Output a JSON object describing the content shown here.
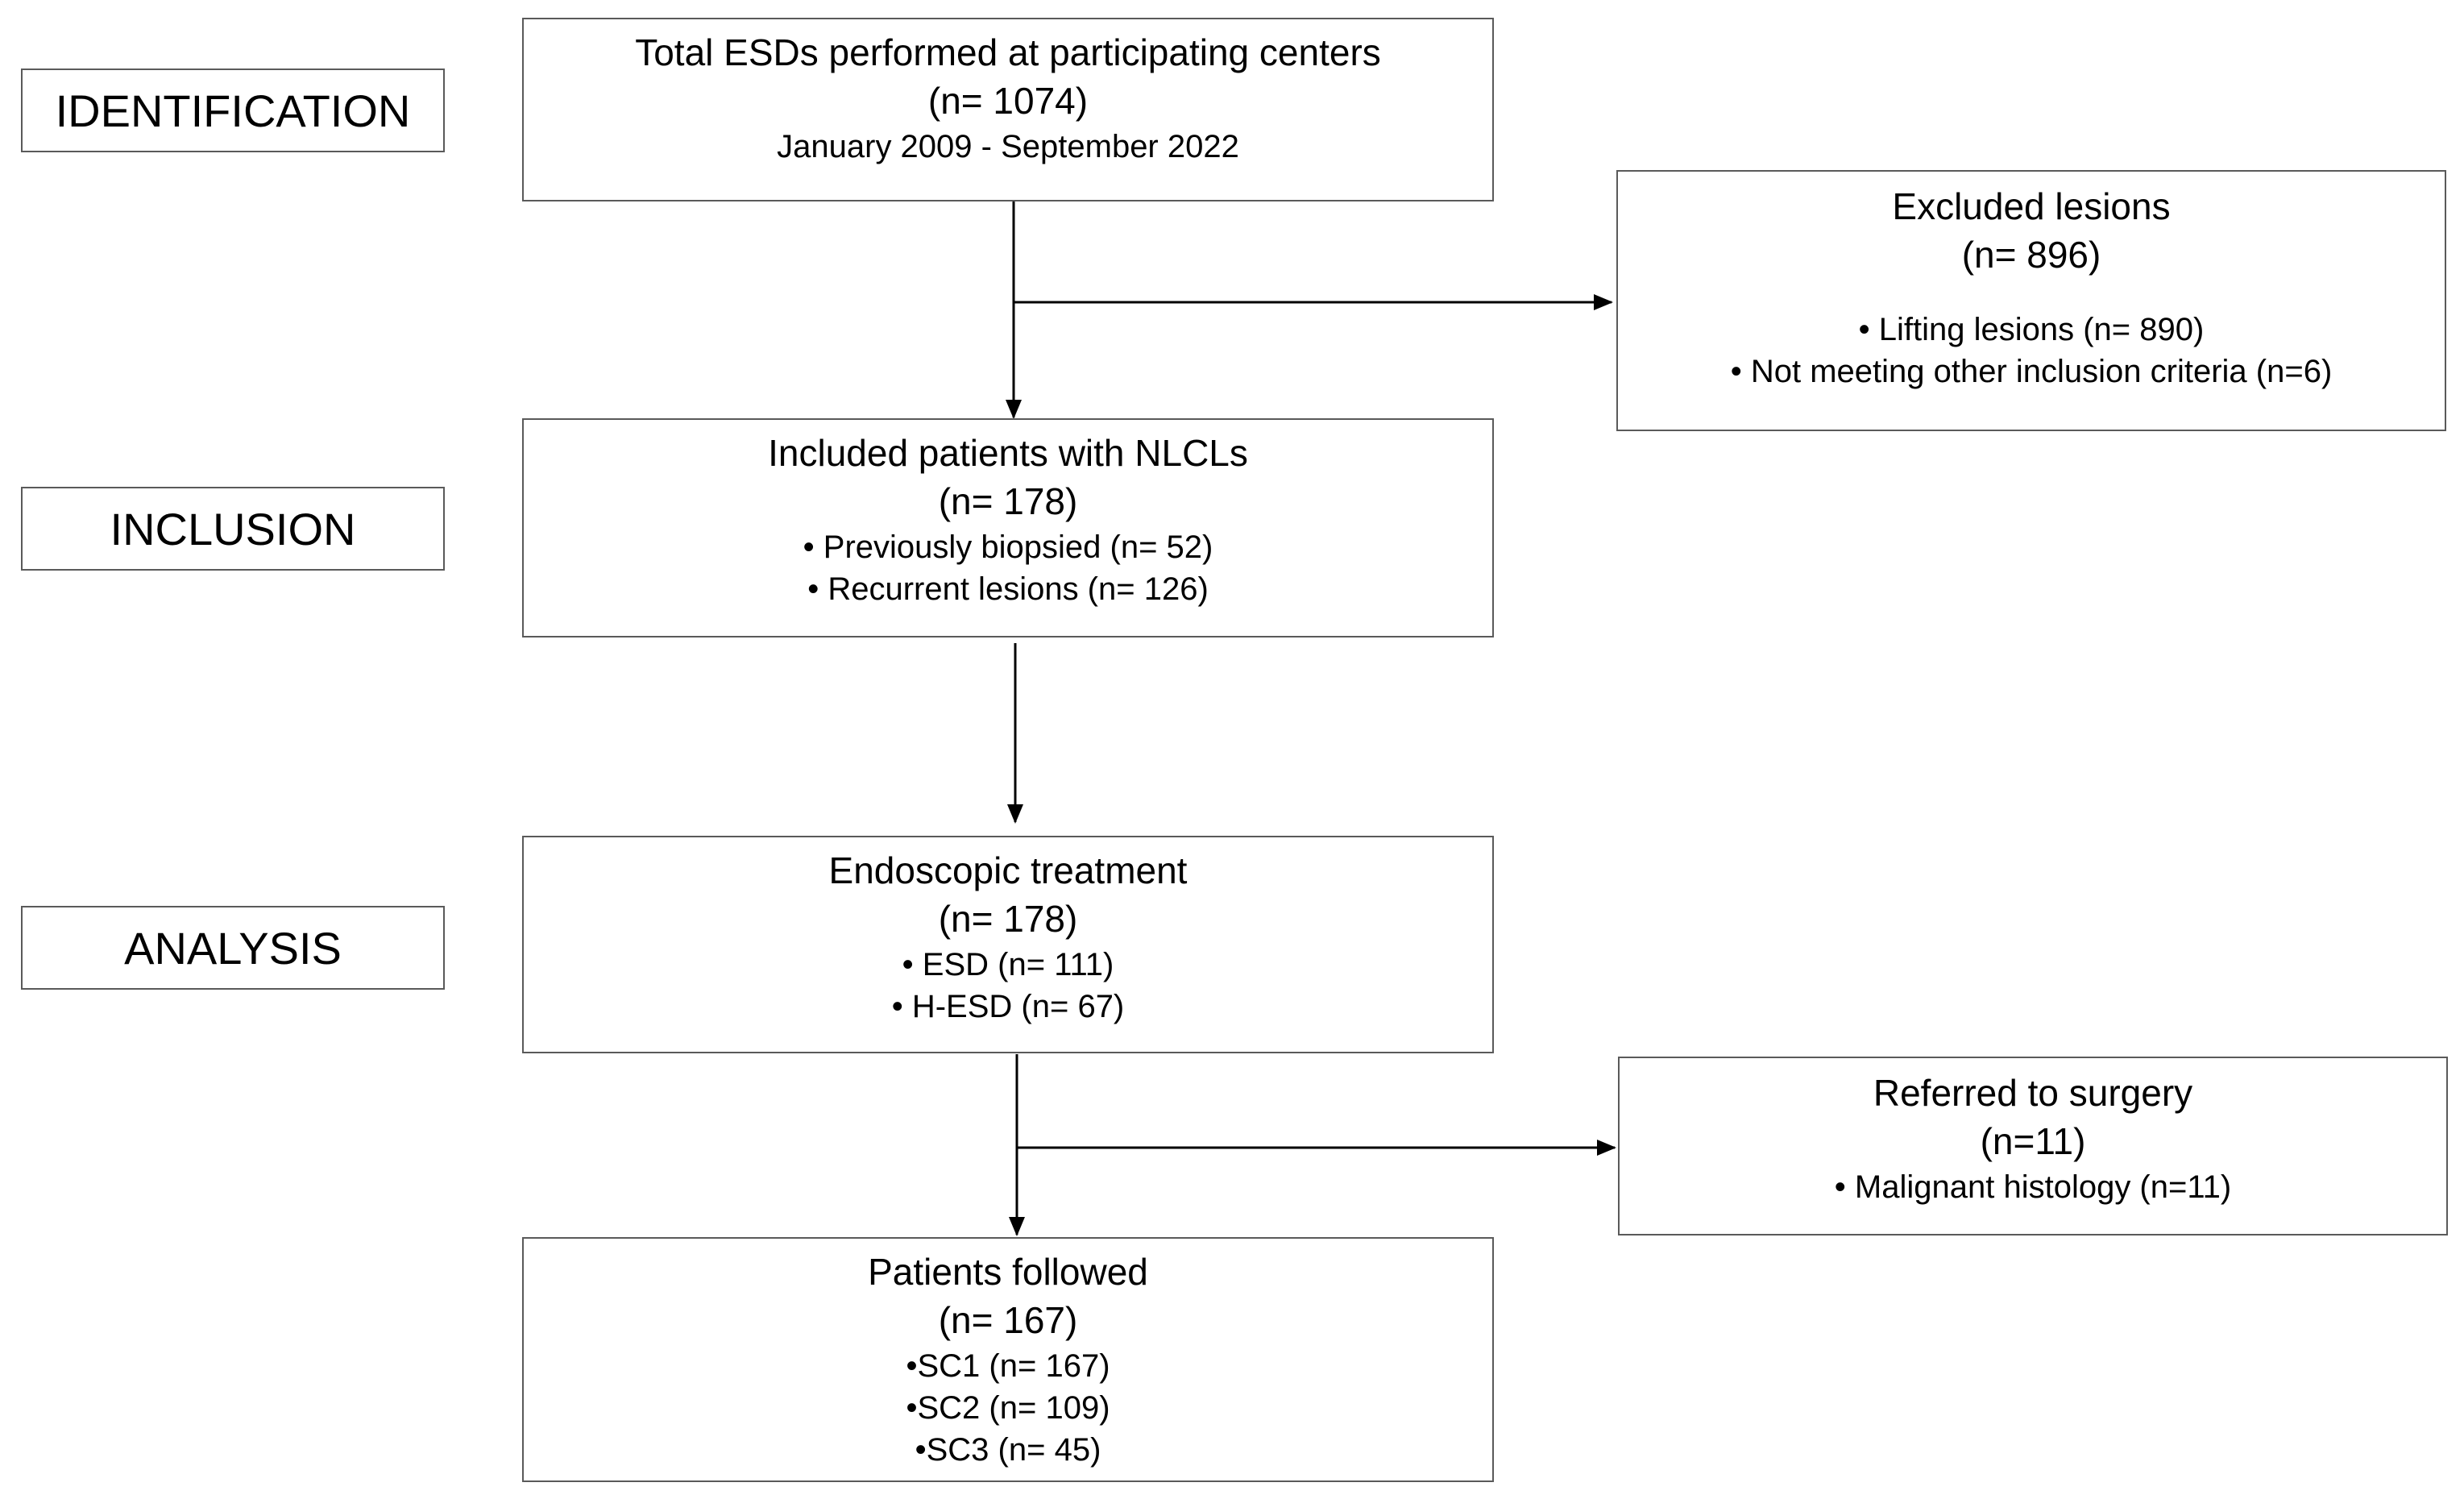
{
  "stages": {
    "identification": "IDENTIFICATION",
    "inclusion": "INCLUSION",
    "analysis": "ANALYSIS"
  },
  "total": {
    "title": "Total ESDs performed at participating centers",
    "count": "(n= 1074)",
    "period": "January 2009 - September 2022"
  },
  "excluded": {
    "title": "Excluded lesions",
    "count": "(n= 896)",
    "items": [
      "• Lifting lesions (n= 890)",
      "• Not meeting other inclusion criteria (n=6)"
    ]
  },
  "included": {
    "title": "Included patients with NLCLs",
    "count": "(n= 178)",
    "items": [
      "• Previously biopsied (n= 52)",
      "• Recurrent lesions (n= 126)"
    ]
  },
  "treatment": {
    "title": "Endoscopic treatment",
    "count": "(n= 178)",
    "items": [
      "• ESD (n= 111)",
      "• H-ESD (n= 67)"
    ]
  },
  "surgery": {
    "title": "Referred to surgery",
    "count": "(n=11)",
    "items": [
      "• Malignant histology (n=11)"
    ]
  },
  "followed": {
    "title": "Patients followed",
    "count": "(n= 167)",
    "items": [
      "•SC1 (n= 167)",
      "•SC2 (n= 109)",
      "•SC3 (n= 45)"
    ]
  }
}
